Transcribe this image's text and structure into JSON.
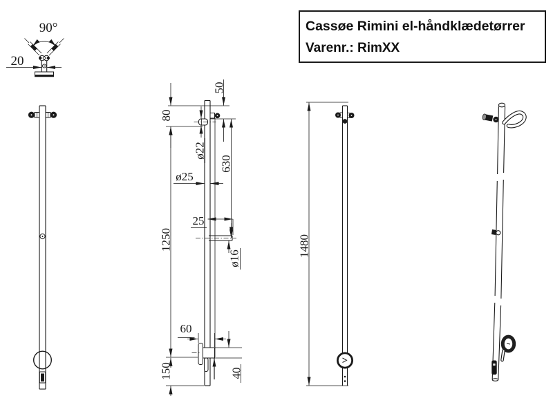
{
  "title_block": {
    "line1": "Cassøe Rimini el-håndklædetørrer",
    "line2": "Varenr.: RimXX"
  },
  "dimensions": {
    "detail": {
      "angle": "90°",
      "width": "20"
    },
    "side": {
      "top_offset": "50",
      "arm_offset": "80",
      "arm_diameter": "ø22",
      "hook_spacing": "630",
      "pole_diameter": "ø25",
      "bar_offset": "25",
      "bar_diameter": "ø16",
      "mid_length": "1250",
      "valve_depth": "60",
      "bottom_offset": "150",
      "valve_height": "40"
    },
    "overall": {
      "height": "1480"
    }
  },
  "colors": {
    "line": "#1a1a1a",
    "background": "#ffffff"
  }
}
